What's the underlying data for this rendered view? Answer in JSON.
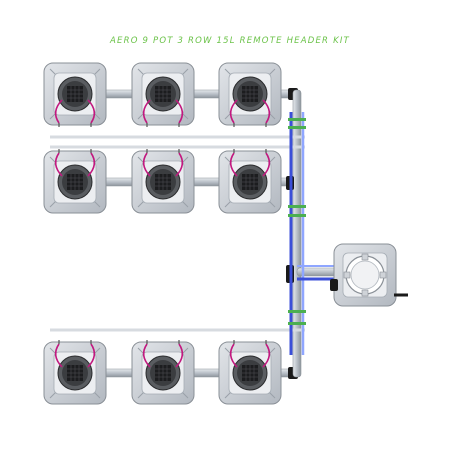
{
  "title": "AERO 9 POT 3 ROW 15L REMOTE HEADER KIT",
  "colors": {
    "title": "#6cc34a",
    "pot_body": "#cfd4da",
    "pot_edge": "#8a9097",
    "pot_top": "#eceef1",
    "lid": "#3b3d40",
    "grid": "#1c1d1f",
    "pipe": "#c6ccd3",
    "pipe_edge": "#8e959c",
    "tube_pink": "#c2187f",
    "tube_blue": "#3b4fd8",
    "tube_blue_light": "#8fa6ff",
    "connector_green": "#4caf50",
    "black_fitting": "#1a1a1a"
  },
  "diagram": {
    "pot_count": 9,
    "rows": 3,
    "pots_per_row": 3,
    "header_tank": "15L"
  }
}
